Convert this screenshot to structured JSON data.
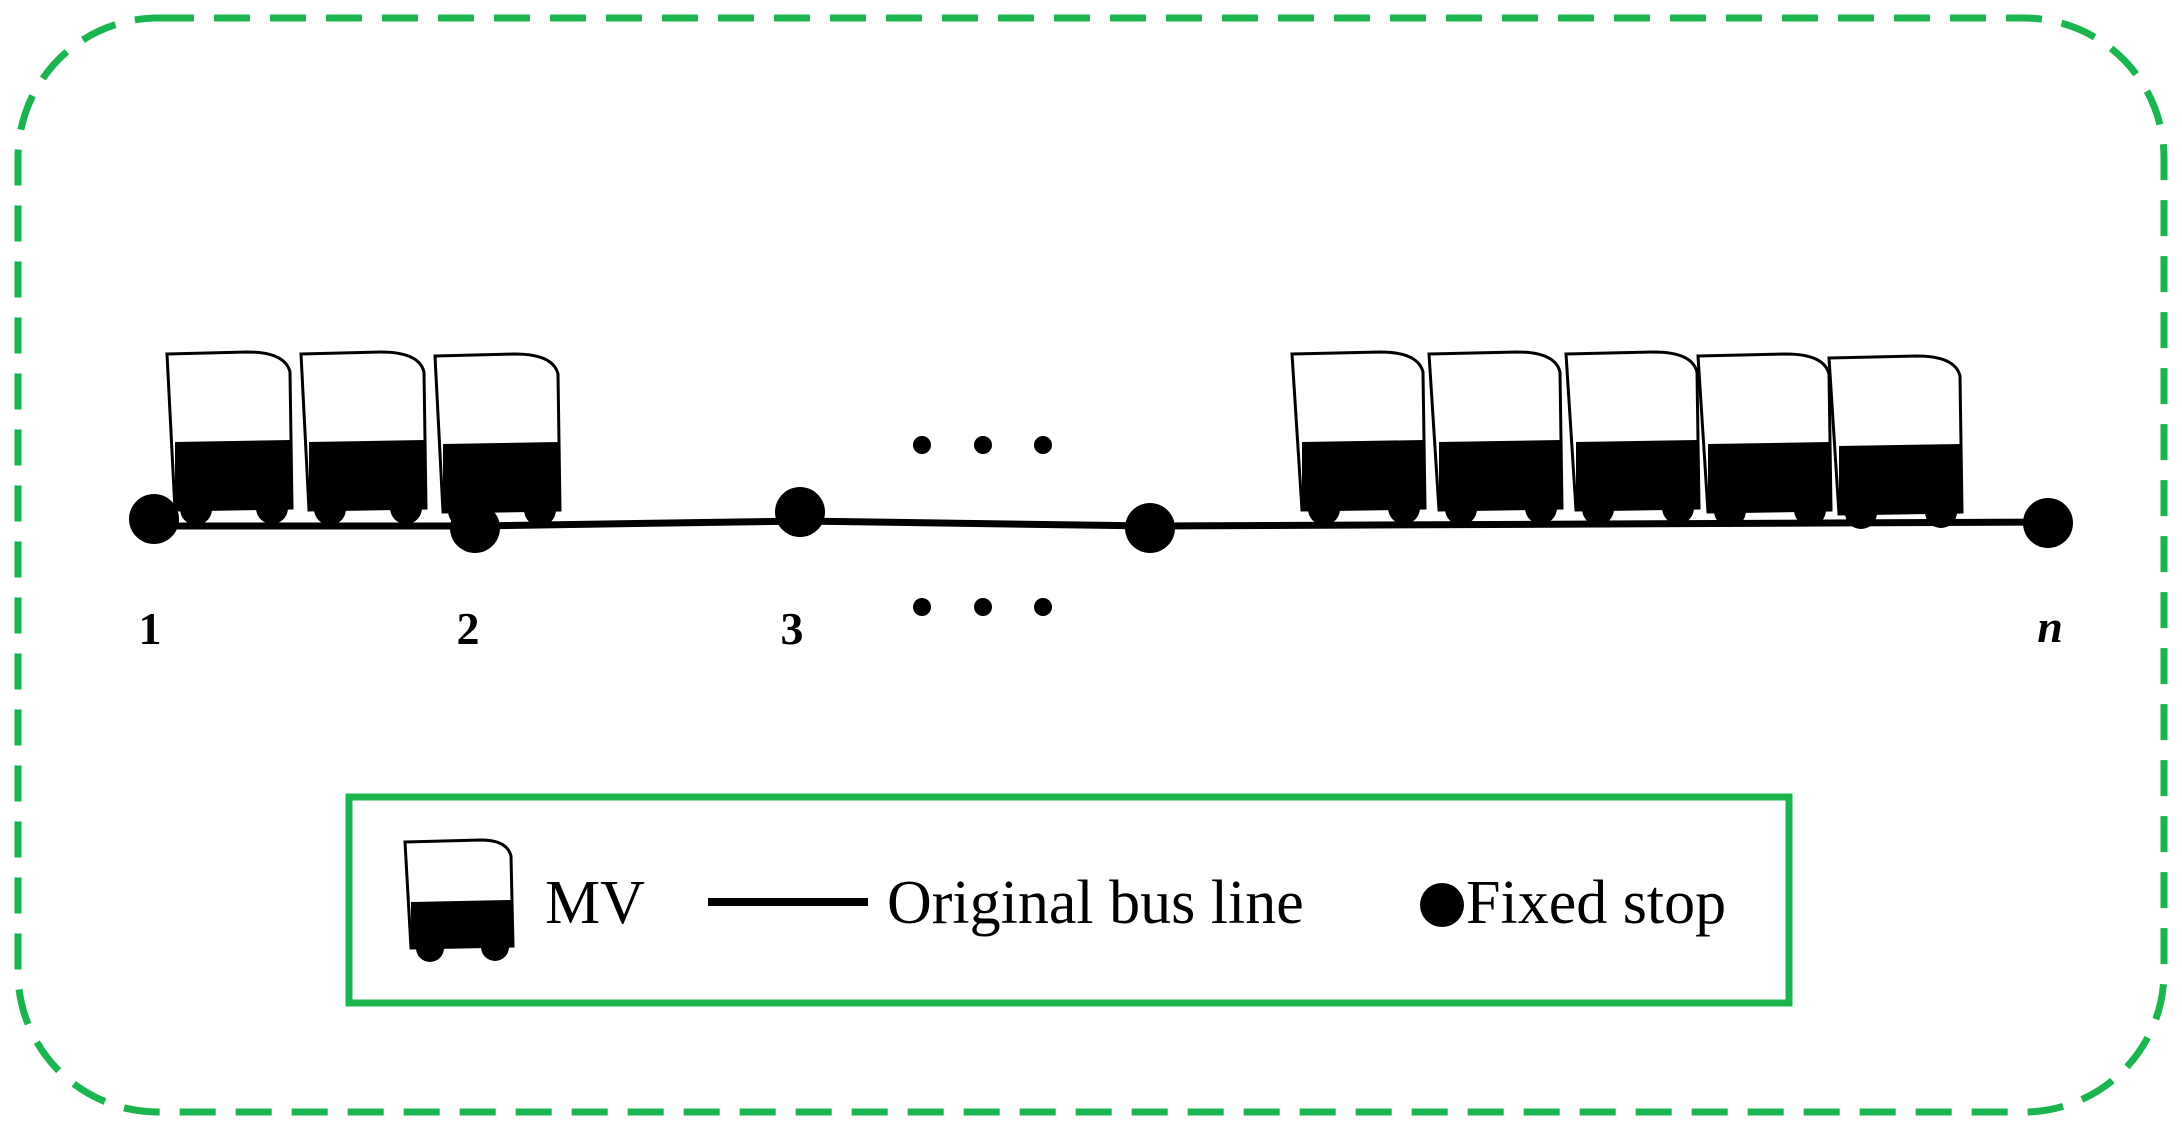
{
  "colors": {
    "frame": "#1bb54f",
    "ink": "#000000",
    "background": "#ffffff"
  },
  "stops": {
    "labels": [
      "1",
      "2",
      "3",
      "n"
    ]
  },
  "legend": {
    "vehicle_label": "MV",
    "line_label": "Original bus line",
    "stop_label": "Fixed stop"
  },
  "fleets": [
    {
      "group": "left",
      "vehicle_count": 3
    },
    {
      "group": "right",
      "vehicle_count": 5
    }
  ],
  "ellipsis": {
    "rows": 2,
    "dots_per_row": 3
  }
}
